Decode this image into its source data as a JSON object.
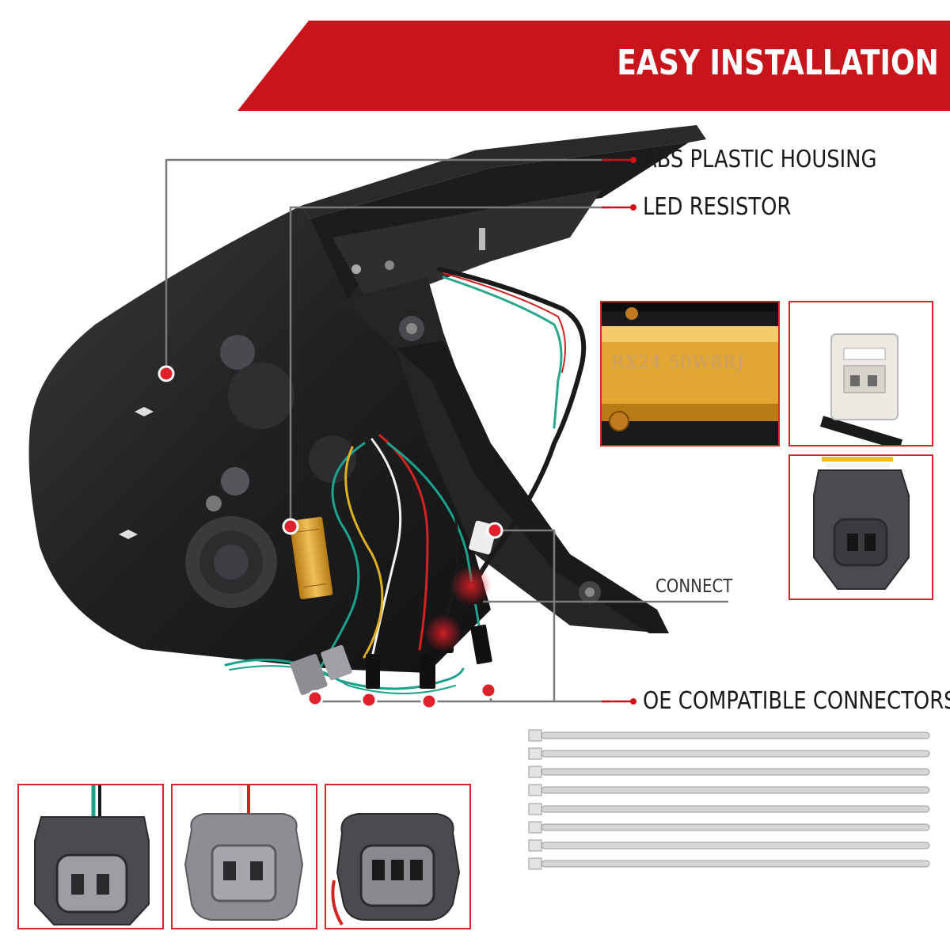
{
  "banner": {
    "title": "EASY INSTALLATION"
  },
  "callouts": {
    "housing": "ABS PLASTIC HOUSING",
    "resistor": "LED RESISTOR",
    "connect": "CONNECT",
    "connectors": "OE COMPATIBLE CONNECTORS"
  },
  "insets": {
    "resistor_marking": "RX24  50W8RJ"
  },
  "colors": {
    "accent_red": "#c8141b",
    "inset_border": "#d7262e",
    "resistor_gold": "#e2a632",
    "wire_green": "#1aa38a"
  },
  "zip_tie_count": 8
}
